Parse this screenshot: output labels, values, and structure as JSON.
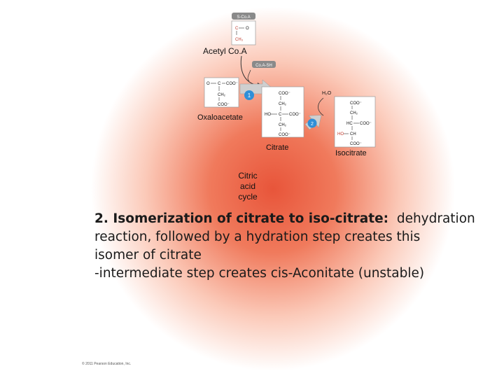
{
  "colors": {
    "glow_center": "#e8553a",
    "glow_edge": "#ffffff",
    "structure_box": "#ffffff",
    "structure_border": "#9a9a9a",
    "red_atom": "#c0392b",
    "arrow_fill": "#c9c9c9",
    "step_badge": "#2f8fd8"
  },
  "acetyl_coa": {
    "label": "Acetyl Co.A",
    "group": "S-Co.A",
    "atom_c": "C",
    "atom_o": "O",
    "methyl": "CH₃"
  },
  "coa_sh": "Co.A-SH",
  "oxaloacetate": {
    "label": "Oxaloacetate",
    "row1": [
      "O",
      "C",
      "COO⁻"
    ],
    "row2": "CH₂",
    "row3": "COO⁻"
  },
  "citrate": {
    "label": "Citrate",
    "row1": "COO⁻",
    "row2": "CH₂",
    "row3": [
      "HO",
      "C",
      "COO⁻"
    ],
    "row4": "CH₂",
    "row5": "COO⁻"
  },
  "isocitrate": {
    "label": "Isocitrate",
    "row1": "COO⁻",
    "row2": "CH₂",
    "row3": [
      "HC",
      "COO⁻"
    ],
    "row4": [
      "HO",
      "CH"
    ],
    "row5": "COO⁻"
  },
  "water": "H₂O",
  "steps": [
    "1",
    "2"
  ],
  "cycle_label": [
    "Citric",
    "acid",
    "cycle"
  ],
  "caption": {
    "bold": "2. Isomerization of citrate to iso-citrate:",
    "line1_rest": "  dehydration",
    "line2": "reaction, followed by a hydration step creates this",
    "line3": "isomer of citrate",
    "line4": "-intermediate step creates cis-Aconitate (unstable)"
  },
  "copyright": "© 2011 Pearson Education, Inc."
}
